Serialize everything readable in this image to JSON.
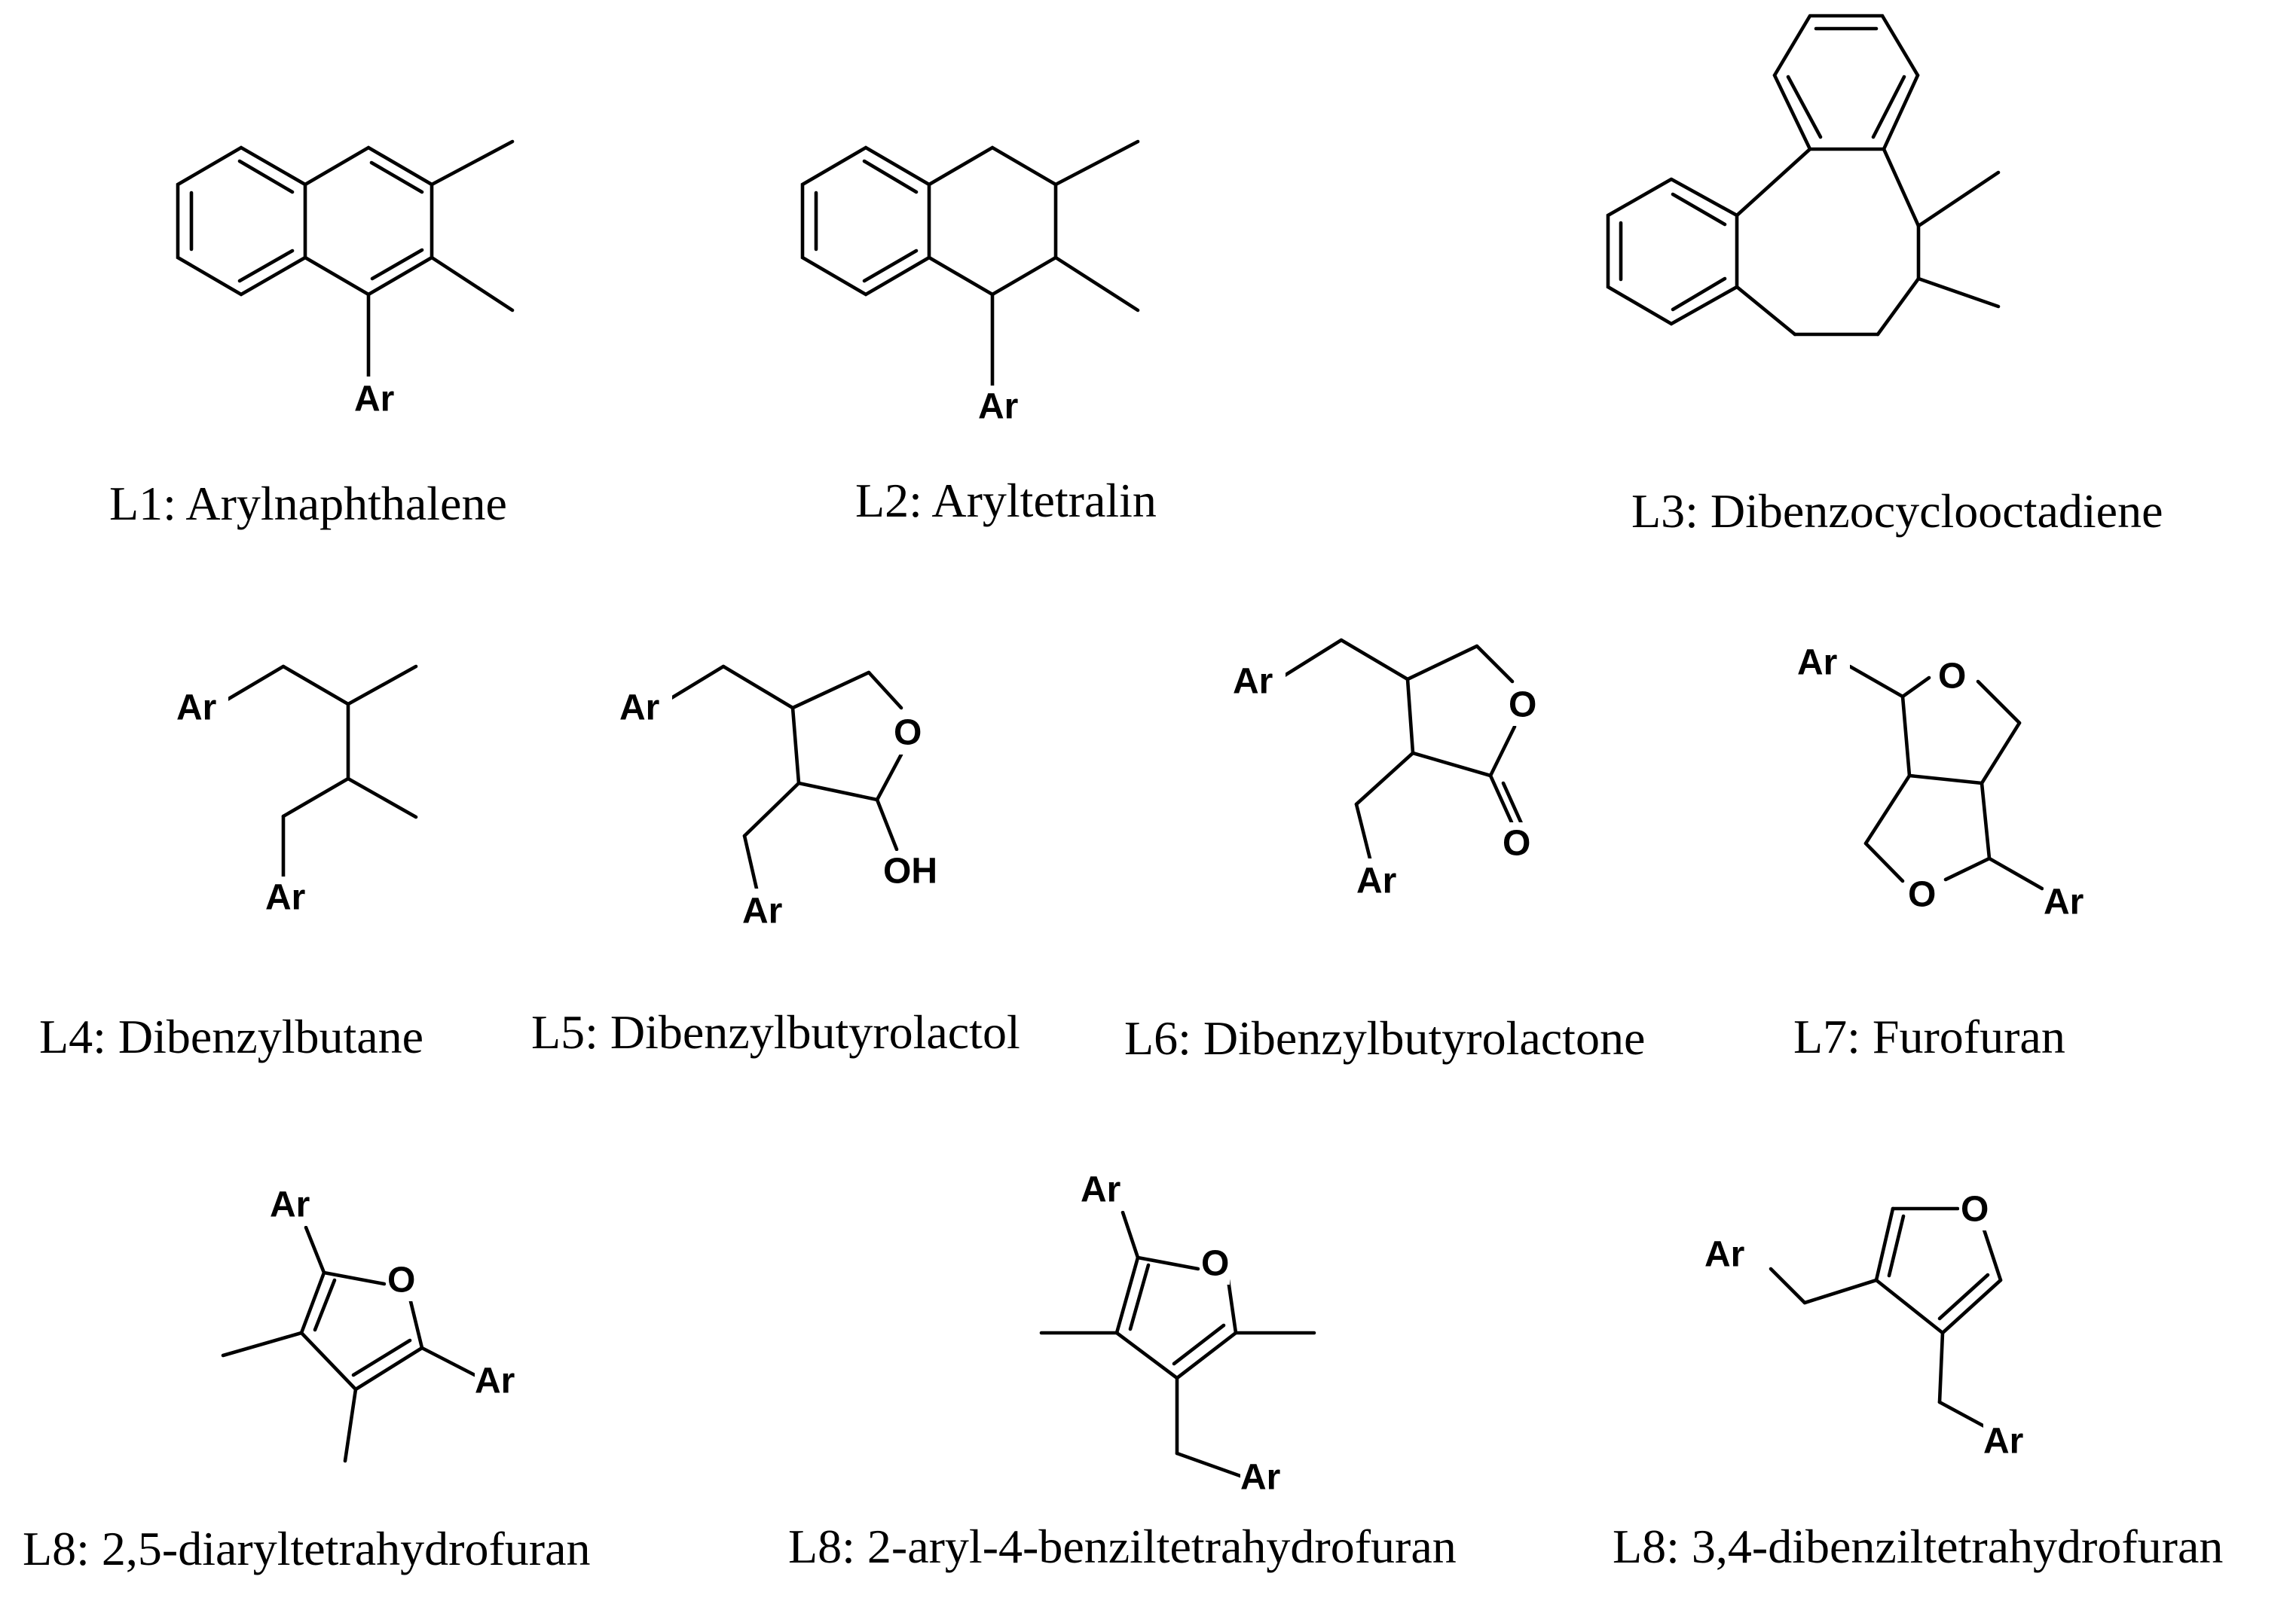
{
  "structures": [
    {
      "id": "L1",
      "caption": "L1: Arylnaphthalene",
      "labels": [
        "Ar"
      ]
    },
    {
      "id": "L2",
      "caption": "L2: Aryltetralin",
      "labels": [
        "Ar"
      ]
    },
    {
      "id": "L3",
      "caption": "L3: Dibenzocyclooctadiene",
      "labels": []
    },
    {
      "id": "L4",
      "caption": "L4: Dibenzylbutane",
      "labels": [
        "Ar",
        "Ar"
      ]
    },
    {
      "id": "L5",
      "caption": "L5: Dibenzylbutyrolactol",
      "labels": [
        "Ar",
        "O",
        "OH",
        "Ar"
      ]
    },
    {
      "id": "L6",
      "caption": "L6: Dibenzylbutyrolactone",
      "labels": [
        "Ar",
        "O",
        "O",
        "Ar"
      ]
    },
    {
      "id": "L7",
      "caption": "L7: Furofuran",
      "labels": [
        "Ar",
        "O",
        "O",
        "Ar"
      ]
    },
    {
      "id": "L8a",
      "caption": "L8: 2,5-diaryltetrahydrofuran",
      "labels": [
        "Ar",
        "O",
        "Ar"
      ]
    },
    {
      "id": "L8b",
      "caption": "L8: 2-aryl-4-benziltetrahydrofuran",
      "labels": [
        "Ar",
        "O",
        "Ar"
      ]
    },
    {
      "id": "L8c",
      "caption": "L8: 3,4-dibenziltetrahydrofuran",
      "labels": [
        "O",
        "Ar",
        "Ar"
      ]
    }
  ]
}
